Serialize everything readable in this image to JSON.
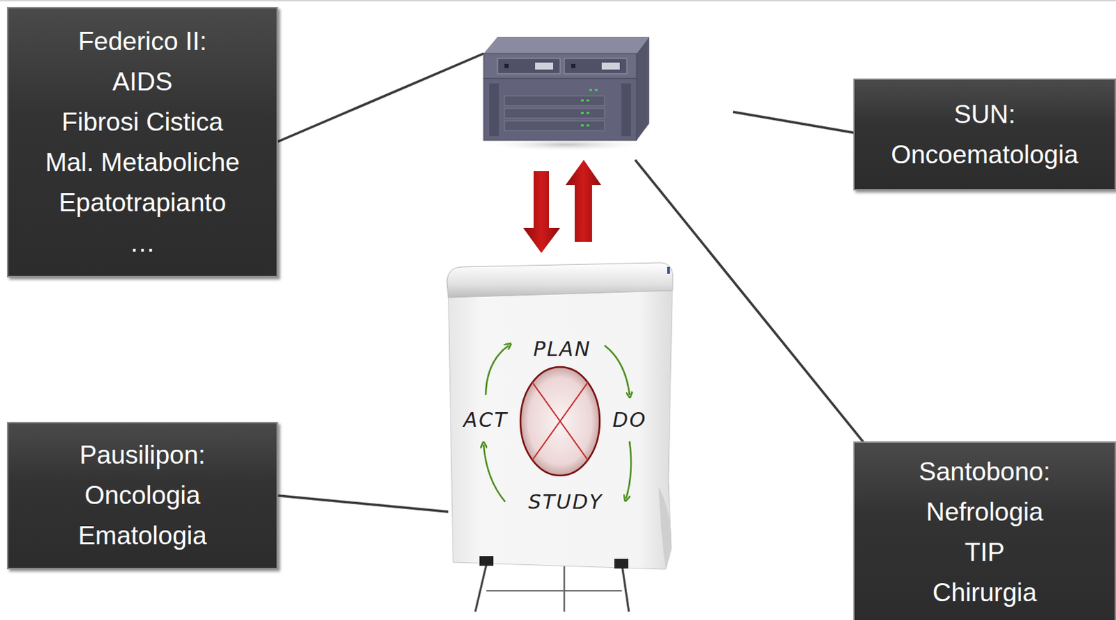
{
  "diagram": {
    "nodes": [
      {
        "text": [
          "Federico II:",
          "AIDS",
          "Fibrosi Cistica",
          "Mal. Metaboliche",
          "Epatotrapianto",
          "…"
        ]
      },
      {
        "text": [
          "SUN:",
          "Oncoematologia"
        ]
      },
      {
        "text": [
          "PLAN",
          "DO",
          "STUDY",
          "ACT"
        ]
      },
      {
        "text": [
          "Pausilipon:",
          "Oncologia",
          "Ematologia"
        ]
      },
      {
        "text": [
          "Santobono:",
          "Nefrologia",
          "TIP",
          "Chirurgia"
        ]
      }
    ],
    "edges": [
      {
        "from": 3,
        "to": 2,
        "arrow": "none"
      }
    ]
  }
}
